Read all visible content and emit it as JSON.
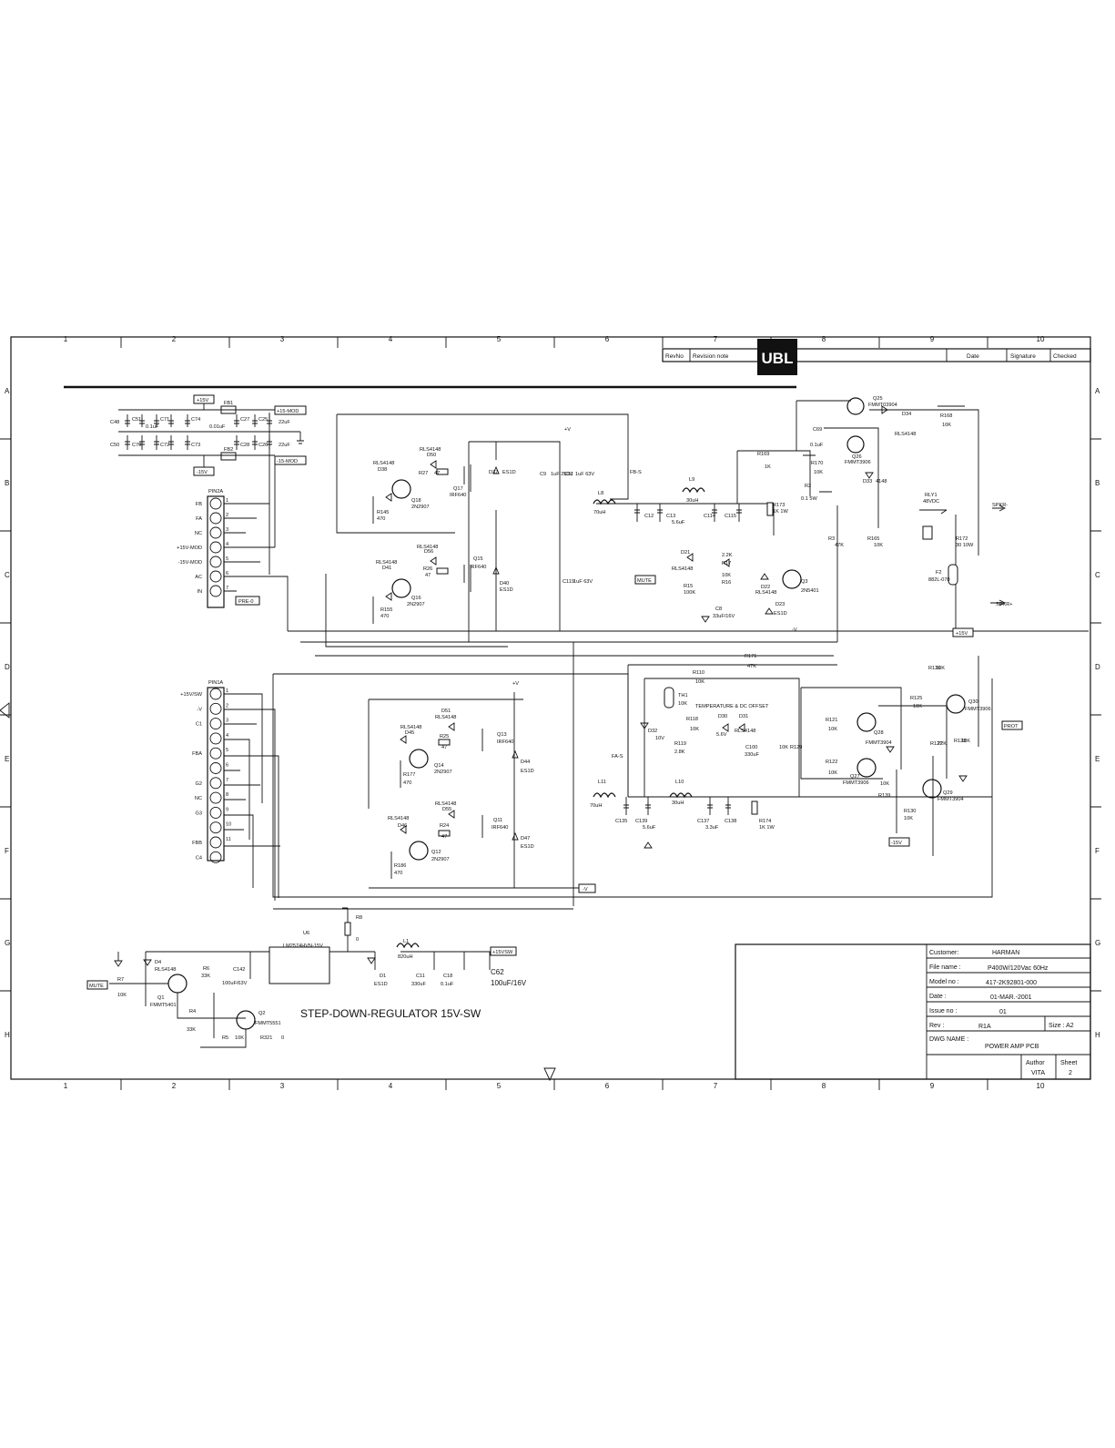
{
  "zones": {
    "columns": [
      "1",
      "2",
      "3",
      "4",
      "5",
      "6",
      "7",
      "8",
      "9",
      "10"
    ],
    "rows": [
      "A",
      "B",
      "C",
      "D",
      "E",
      "F",
      "G",
      "H"
    ]
  },
  "revision_header": {
    "rev_no": "RevNo",
    "revision_note": "Revision note",
    "logo": "UBL",
    "date": "Date",
    "signature": "Signature",
    "checked": "Checked"
  },
  "title_block": {
    "customer_label": "Customer:",
    "customer": "HARMAN",
    "file_name_label": "File name :",
    "file_name": "P400W/120Vac 60Hz",
    "model_no_label": "Model no :",
    "model_no": "417-2K92801-000",
    "date_label": "Date :",
    "date": "01-MAR.-2001",
    "issue_no_label": "Issue no :",
    "issue_no": "01",
    "rev_label": "Rev :",
    "rev": "R1A",
    "size": "Size : A2",
    "dwg_name_label": "DWG NAME :",
    "dwg_name": "POWER AMP PCB",
    "author_label": "Author",
    "author": "VITA",
    "sheet_label": "Sheet",
    "sheet": "2"
  },
  "regulator_title": "STEP-DOWN-REGULATOR 15V-SW",
  "connectors": {
    "pin2a": {
      "name": "PIN2A",
      "pins": [
        {
          "num": "1",
          "label": "FB"
        },
        {
          "num": "2",
          "label": "FA"
        },
        {
          "num": "3",
          "label": "NC"
        },
        {
          "num": "4",
          "label": "+15V-MOD"
        },
        {
          "num": "5",
          "label": "-15V-MOD"
        },
        {
          "num": "6",
          "label": "AC"
        },
        {
          "num": "7",
          "label": "IN"
        }
      ]
    },
    "pin1a": {
      "name": "PIN1A",
      "pins": [
        {
          "num": "1",
          "label": "+15V/SW"
        },
        {
          "num": "2",
          "label": "-V"
        },
        {
          "num": "3",
          "label": "C1"
        },
        {
          "num": "4",
          "label": ""
        },
        {
          "num": "5",
          "label": "FBA"
        },
        {
          "num": "6",
          "label": ""
        },
        {
          "num": "7",
          "label": "G2"
        },
        {
          "num": "8",
          "label": "NC"
        },
        {
          "num": "9",
          "label": "G3"
        },
        {
          "num": "10",
          "label": ""
        },
        {
          "num": "11",
          "label": "FBB"
        },
        {
          "num": "",
          "label": "C4"
        }
      ]
    }
  },
  "net_flags": {
    "p15v": "+15V",
    "m15v": "-15V",
    "p15_mod": "+15-MOD",
    "m15_mod": "-15-MOD",
    "pre0": "PRE-0",
    "mute": "MUTE",
    "prot": "PROT",
    "neg_v": "-V",
    "p15vsw": "+15VSW",
    "mute2": "MUTE",
    "p15v2": "+15V",
    "m15v2": "-15V"
  },
  "net_labels": {
    "plus_v_top": "+V",
    "plus_v_mid": "+V",
    "fb_s": "FB-S",
    "fa_s": "FA-S",
    "spkr_minus": "SPKR-",
    "spkr_plus": "SPKR+",
    "neg_v_c": "-V",
    "temp_offset": "TEMPERATURE & DC OFFSET"
  },
  "relay": {
    "ref": "RLY1",
    "value": "48VDC"
  },
  "components": {
    "c48": "C48",
    "c51": "C51",
    "c71": "C71",
    "c74": "C74",
    "c27": "C27",
    "c25": "C25",
    "c50": "C50",
    "c70": "C70",
    "c72": "C72",
    "c73": "C73",
    "c28": "C28",
    "c26": "C26",
    "cap_01u": "0.1uF",
    "cap_22u": "22uF",
    "cap_001u": "0.01uF",
    "fb1": "FB1",
    "fb2": "FB2",
    "d38": "D38",
    "rls4148": "RLS4148",
    "d50": "D50",
    "r27": "R27",
    "r27v": "47",
    "q17": "Q17",
    "q17v": "IRF640",
    "q18": "Q18",
    "q18v": "2N2907",
    "r145": "R145",
    "r145v": "470",
    "d37": "D37",
    "d37v": "ES1D",
    "d41": "D41",
    "d56": "D56",
    "r26": "R26",
    "r26v": "47",
    "q15": "Q15",
    "q15v": "IRF640",
    "q16": "Q16",
    "q16v": "2N2907",
    "r155": "R155",
    "r155v": "470",
    "d40": "D40",
    "d40v": "ES1D",
    "c9": "C9",
    "c9v": "1uF 250V",
    "c11": "C11",
    "c11v": "1uF 63V",
    "c119": "C119",
    "c119v": "1uF 63V",
    "l8": "L8",
    "l8v": "70uH",
    "c12": "C12",
    "c13": "C13",
    "c13v": "5.6uF",
    "l9": "L9",
    "l9v": "30uH",
    "c114": "C114",
    "c115": "C115",
    "r173": "R173",
    "r173v": "1K 1W",
    "q25": "Q25",
    "q25v": "FMMT03904",
    "d34": "D34",
    "d34v": "RLS4148",
    "r168": "R168",
    "r168v": "10K",
    "c69": "C69",
    "c69v": "0.1uF",
    "q26": "Q26",
    "q26v": "FMMT3906",
    "r169": "R169",
    "r169v": "1K",
    "r170": "R170",
    "r170v": "10K",
    "r2": "R2",
    "r2v": "0.1 5W",
    "d33": "D33",
    "d33v": "4148",
    "r3": "R3",
    "r3v": "47K",
    "r165": "R165",
    "r165v": "10K",
    "r172": "R172",
    "r172v": "30 10W",
    "f2": "F2",
    "f2v": "882L-070",
    "d21": "D21",
    "d21v": "RLS4148",
    "r17": "R17",
    "r17v": "2.2K",
    "r16": "R16",
    "r16v": "10K",
    "r15": "R15",
    "r15v": "100K",
    "c8": "C8",
    "c8v": "33uF/16V",
    "d22": "D22",
    "d22v": "RLS4148",
    "q3": "Q3",
    "q3v": "2N5401",
    "d23": "D23",
    "d23v": "ES1D",
    "r171": "R171",
    "r171v": "47K",
    "r110": "R110",
    "r110v": "10K",
    "th1": "TH1",
    "th1v": "10K",
    "r118": "R118",
    "r118v": "10K",
    "d32": "D32",
    "d32v": "10V",
    "r119": "R119",
    "r119v": "2.8K",
    "d30": "D30",
    "d30v": "5.6V",
    "d31": "D31",
    "d31v": "RLS4148",
    "c100": "C100",
    "c100v": "330uF",
    "r128v": "10K",
    "r129": "R129",
    "r126": "R126",
    "r126v": "10K",
    "r125": "R125",
    "r125v": "10K",
    "q30": "Q30",
    "q30v": "FMMT3906",
    "r121": "R121",
    "r121v": "10K",
    "q28": "Q28",
    "q28v": "FMMT3904",
    "r127": "R127",
    "r127v": "22K",
    "r128": "R128",
    "r122": "R122",
    "r122v": "10K",
    "q27": "Q27",
    "q27v": "FMMT3906",
    "r139": "R139",
    "r139v": "10K",
    "q29": "Q29",
    "q29v": "FMMT3904",
    "r130": "R130",
    "r130v": "10K",
    "d51": "D51",
    "d45": "D45",
    "r25": "R25",
    "r25v": "47",
    "q13": "Q13",
    "q13v": "IRF640",
    "q14": "Q14",
    "q14v": "2N2907",
    "r177": "R177",
    "r177v": "470",
    "d44": "D44",
    "d44v": "ES1D",
    "d55": "D55",
    "d46": "D46",
    "r24": "R24",
    "r24v": "47",
    "q11": "Q11",
    "q11v": "IRF640",
    "q12": "Q12",
    "q12v": "2N2907",
    "r186": "R186",
    "r186v": "470",
    "d47": "D47",
    "d47v": "ES1D",
    "l11": "L11",
    "l11v": "70uH",
    "c135": "C135",
    "c139": "C139",
    "c139v": "5.6uF",
    "l10": "L10",
    "l10v": "30uH",
    "c137": "C137",
    "c137v": "3.3uF",
    "c138": "C138",
    "r174": "R174",
    "r174v": "1K 1W",
    "u6": "U6",
    "u6v": "LM2574HVN-15V",
    "r8": "R8",
    "r8v": "0",
    "l1": "L1",
    "l1v": "820uH",
    "c11b": "C11",
    "c11bv": "330uF",
    "c18": "C18",
    "c18v": "0.1uF",
    "c62": "C62",
    "c62v": "100uF/16V",
    "d1": "D1",
    "d1v": "ES1D",
    "d4": "D4",
    "d4v": "RLS4148",
    "r6": "R6",
    "r6v": "33K",
    "c142": "C142",
    "c142v": "100uF/63V",
    "r7": "R7",
    "r7v": "10K",
    "q1": "Q1",
    "q1v": "FMMT5401",
    "r4": "R4",
    "r4v": "33K",
    "q2": "Q2",
    "q2v": "FMMT5551",
    "r5": "R5",
    "r5v": "10K",
    "r321": "R321",
    "r321v": "0"
  }
}
